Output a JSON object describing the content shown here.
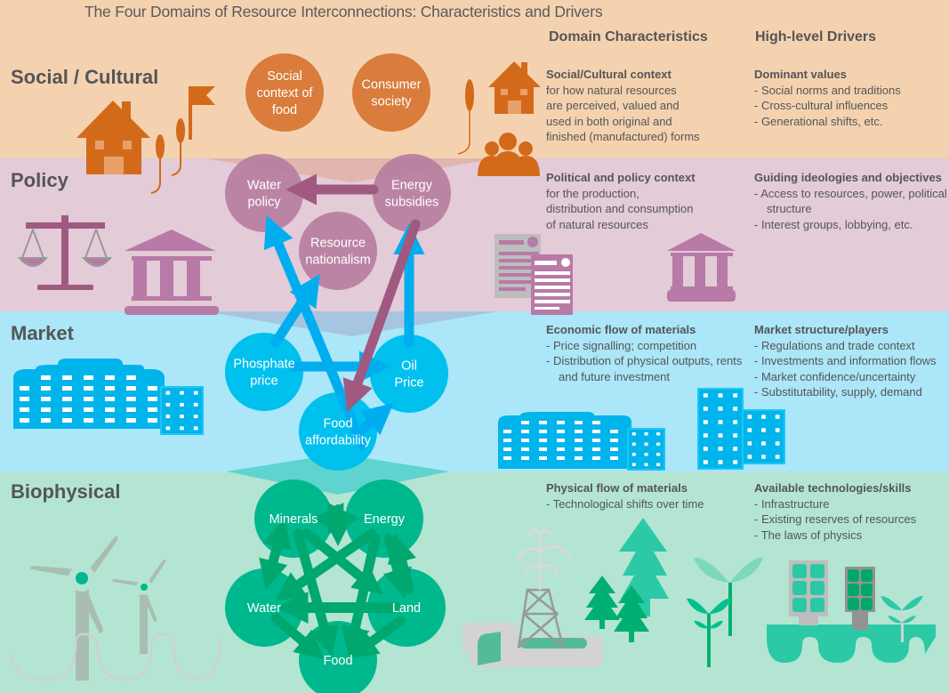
{
  "title": "The Four Domains of Resource Interconnections: Characteristics and Drivers",
  "column_headers": {
    "characteristics": "Domain Characteristics",
    "drivers": "High-level Drivers"
  },
  "colors": {
    "social": "#f4d2b0",
    "policy": "#e3cbd7",
    "market": "#abe6f9",
    "biophysical": "#b3e5d2",
    "social_node": "#d97c3c",
    "policy_node": "#b67c9f",
    "market_node": "#00c0ee",
    "bio_node": "#00b88e"
  },
  "domains": [
    {
      "id": "social",
      "label": "Social / Cultural",
      "characteristic": {
        "heading": "Social/Cultural context",
        "lines": [
          "for how natural resources",
          "are perceived, valued and",
          "used in both original and",
          "finished (manufactured) forms"
        ]
      },
      "driver": {
        "heading": "Dominant values",
        "bullets": [
          "Social norms and traditions",
          "Cross-cultural influences",
          "Generational shifts, etc."
        ]
      },
      "nodes": [
        {
          "label": [
            "Social",
            "context of",
            "food"
          ]
        },
        {
          "label": [
            "Consumer",
            "society"
          ]
        }
      ]
    },
    {
      "id": "policy",
      "label": "Policy",
      "characteristic": {
        "heading": "Political and policy context",
        "lines": [
          "for the production,",
          "distribution and consumption",
          "of natural resources"
        ]
      },
      "driver": {
        "heading": "Guiding ideologies and objectives",
        "bullets": [
          "Access to resources, power, political structure",
          "Interest groups, lobbying, etc."
        ]
      },
      "nodes": [
        {
          "label": [
            "Water",
            "policy"
          ]
        },
        {
          "label": [
            "Energy",
            "subsidies"
          ]
        },
        {
          "label": [
            "Resource",
            "nationalism"
          ]
        }
      ]
    },
    {
      "id": "market",
      "label": "Market",
      "characteristic": {
        "heading": "Economic flow of materials",
        "bullets": [
          "Price signalling; competition",
          "Distribution of physical outputs, rents and future investment"
        ]
      },
      "driver": {
        "heading": "Market structure/players",
        "bullets": [
          "Regulations and trade context",
          "Investments and information flows",
          "Market confidence/uncertainty",
          "Substitutability, supply, demand"
        ]
      },
      "nodes": [
        {
          "label": [
            "Phosphate",
            "price"
          ]
        },
        {
          "label": [
            "Oil",
            "Price"
          ]
        },
        {
          "label": [
            "Food",
            "affordability"
          ]
        }
      ]
    },
    {
      "id": "biophysical",
      "label": "Biophysical",
      "characteristic": {
        "heading": "Physical flow of materials",
        "bullets": [
          "Technological shifts over time"
        ]
      },
      "driver": {
        "heading": "Available technologies/skills",
        "bullets": [
          "Infrastructure",
          "Existing reserves of resources",
          "The laws of physics"
        ]
      },
      "nodes": [
        {
          "label": [
            "Minerals"
          ]
        },
        {
          "label": [
            "Energy"
          ]
        },
        {
          "label": [
            "Water"
          ]
        },
        {
          "label": [
            "Land"
          ]
        },
        {
          "label": [
            "Food"
          ]
        }
      ]
    }
  ],
  "icons": [
    "house-icon",
    "flag-icon",
    "wheat-icon",
    "people-group-icon",
    "scales-icon",
    "government-building-icon",
    "documents-icon",
    "office-building-icon",
    "wind-turbine-icon",
    "oil-rig-icon",
    "tree-icon",
    "plant-sprout-icon",
    "solar-panel-icon"
  ]
}
